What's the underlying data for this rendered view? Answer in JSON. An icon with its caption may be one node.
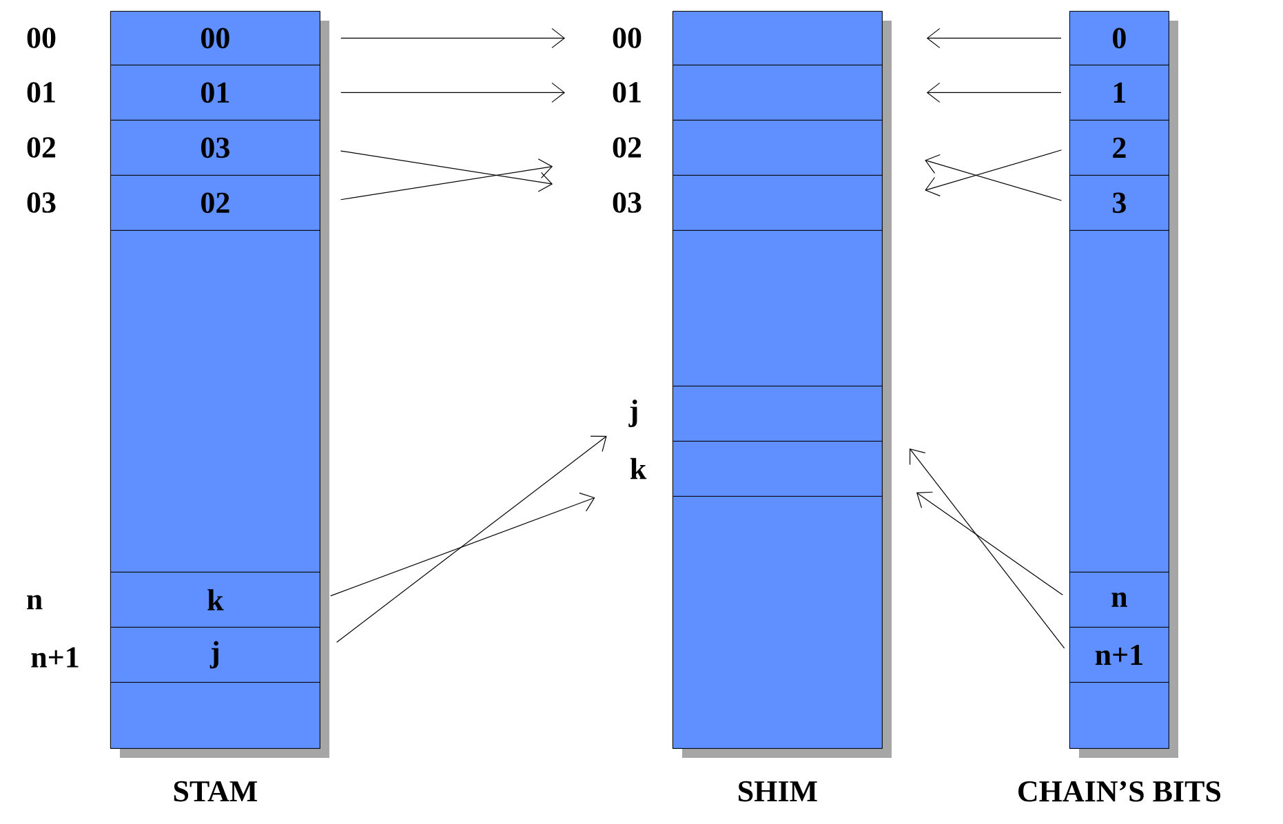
{
  "diagram": {
    "nodes": [
      {
        "text": [
          "STAM"
        ]
      },
      {
        "text": [
          "00"
        ],
        "in": 0,
        "beside": [
          "00"
        ]
      },
      {
        "text": [
          "01"
        ],
        "in": 0,
        "beside": [
          "01"
        ]
      },
      {
        "text": [
          "03"
        ],
        "in": 0,
        "beside": [
          "02"
        ]
      },
      {
        "text": [
          "02"
        ],
        "in": 0,
        "beside": [
          "03"
        ]
      },
      {
        "text": [],
        "shape": "box",
        "in": 0
      },
      {
        "text": [
          "k"
        ],
        "in": 0,
        "beside": [
          "n"
        ]
      },
      {
        "text": [
          "j"
        ],
        "in": 0,
        "beside": [
          "n+1"
        ]
      },
      {
        "text": [],
        "shape": "box",
        "in": 0
      },
      {
        "text": [
          "SHIM"
        ]
      },
      {
        "text": [],
        "shape": "box",
        "in": 9,
        "beside": [
          "00"
        ]
      },
      {
        "text": [],
        "shape": "box",
        "in": 9,
        "beside": [
          "01"
        ]
      },
      {
        "text": [],
        "shape": "box",
        "in": 9,
        "beside": [
          "02"
        ]
      },
      {
        "text": [],
        "shape": "box",
        "in": 9,
        "beside": [
          "03"
        ]
      },
      {
        "text": [],
        "shape": "box",
        "in": 9
      },
      {
        "text": [],
        "shape": "box",
        "in": 9,
        "beside": [
          "j"
        ]
      },
      {
        "text": [],
        "shape": "box",
        "in": 9,
        "beside": [
          "k"
        ]
      },
      {
        "text": [],
        "shape": "box",
        "in": 9
      },
      {
        "text": [
          "CHAIN’S BITS"
        ]
      },
      {
        "text": [
          "0"
        ],
        "in": 18
      },
      {
        "text": [
          "1"
        ],
        "in": 18
      },
      {
        "text": [
          "2"
        ],
        "in": 18
      },
      {
        "text": [
          "3"
        ],
        "in": 18
      },
      {
        "text": [],
        "shape": "box",
        "in": 18
      },
      {
        "text": [
          "n"
        ],
        "in": 18
      },
      {
        "text": [
          "n+1"
        ],
        "in": 18
      },
      {
        "text": [],
        "shape": "box",
        "in": 18
      }
    ],
    "edges": [
      {
        "from": 1,
        "to": 10,
        "arrow": "to"
      },
      {
        "from": 2,
        "to": 11,
        "arrow": "to"
      },
      {
        "from": 3,
        "to": 13,
        "arrow": "to"
      },
      {
        "from": 4,
        "to": 12,
        "arrow": "to"
      },
      {
        "from": 6,
        "to": 16,
        "arrow": "to"
      },
      {
        "from": 7,
        "to": 15,
        "arrow": "to"
      },
      {
        "from": 19,
        "to": 10,
        "arrow": "to"
      },
      {
        "from": 20,
        "to": 11,
        "arrow": "to"
      },
      {
        "from": 21,
        "to": 13,
        "arrow": "to"
      },
      {
        "from": 22,
        "to": 12,
        "arrow": "to"
      },
      {
        "from": 24,
        "to": 16,
        "arrow": "to"
      },
      {
        "from": 25,
        "to": 15,
        "arrow": "to"
      }
    ]
  }
}
